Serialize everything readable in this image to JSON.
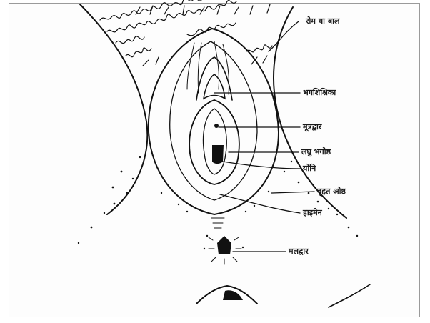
{
  "labels": {
    "hair": "रोम या बाल",
    "clitoris": "भगशिश्निका",
    "urethral_opening": "मूत्रद्वार",
    "labia_minora": "लघु भगोष्ठ",
    "vagina": "योनि",
    "labia_majora": "बृहत ओष्ठ",
    "hymen": "हाइमेन",
    "anus": "मलद्वार"
  }
}
